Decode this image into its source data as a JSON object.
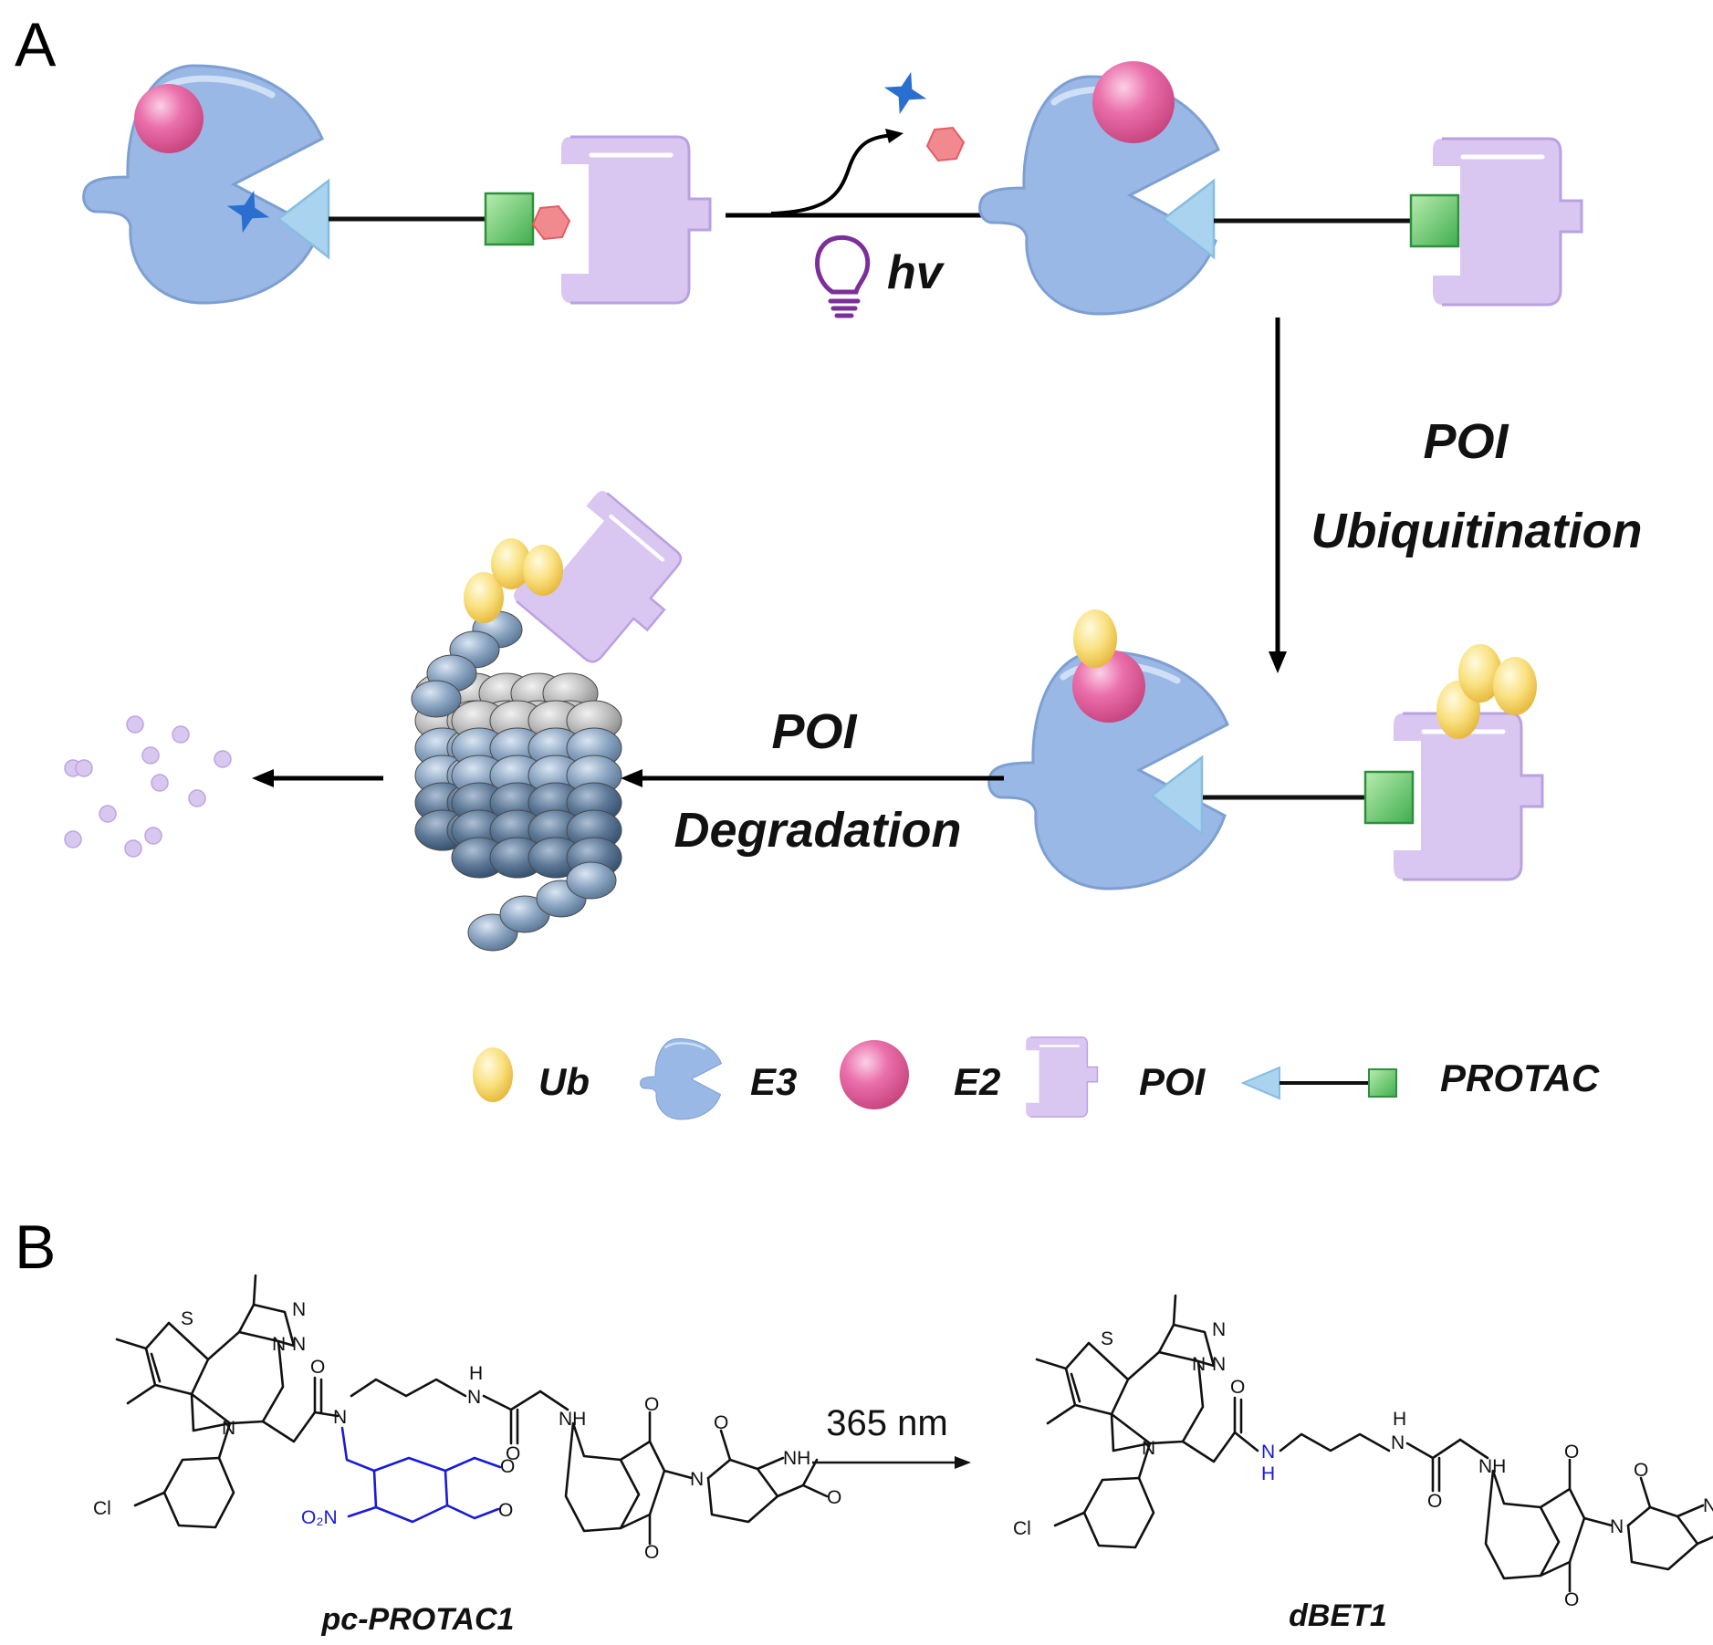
{
  "panels": {
    "a": "A",
    "b": "B"
  },
  "scheme": {
    "light_label": "hv",
    "step_ubiquitination": {
      "line1": "POI",
      "line2": "Ubiquitination"
    },
    "step_degradation": {
      "line1": "POI",
      "line2": "Degradation"
    }
  },
  "legend": {
    "ub": "Ub",
    "e3": "E3",
    "e2": "E2",
    "poi": "POI",
    "protac": "PROTAC"
  },
  "reaction": {
    "condition": "365 nm",
    "reactant_name": "pc-PROTAC1",
    "product_name": "dBET1"
  },
  "atoms": {
    "S": "S",
    "N": "N",
    "O": "O",
    "NH": "NH",
    "H": "H",
    "Cl": "Cl",
    "O2N": "O₂N"
  },
  "colors": {
    "e3": "#9ab8e6",
    "e2": "#e96ca8",
    "poi": "#d9c7f1",
    "warhead": "#6cc76c",
    "e3_ligand": "#a9d3ef",
    "ub": "#f7dc73",
    "photocage_group": "#1a1ad8",
    "cleaved_cage": "#f08a8e",
    "star": "#2a6fcf",
    "bulb": "#7c2f9a"
  }
}
